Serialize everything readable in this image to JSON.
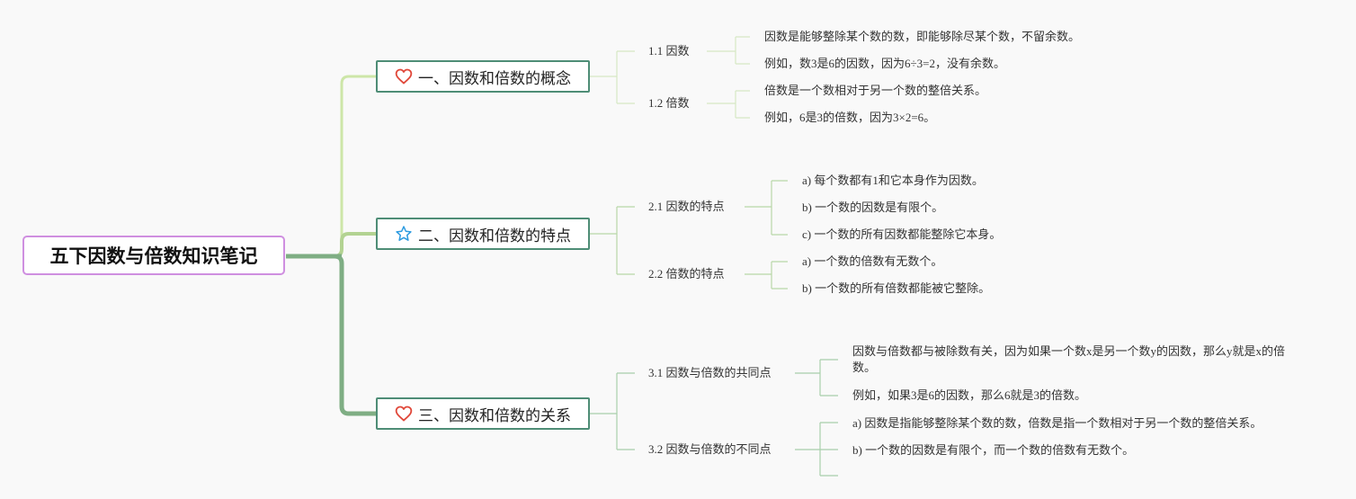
{
  "root": {
    "title": "五下因数与倍数知识笔记"
  },
  "colors": {
    "root_border": "#cf8fe0",
    "section_border": "#4e8d76",
    "line_light": "#cde6a8",
    "line_mid": "#b3d392",
    "line_dark": "#7fae84",
    "heart": "#e0483a",
    "star": "#2d9be0"
  },
  "sections": [
    {
      "icon": "heart-icon",
      "title": "一、因数和倍数的概念",
      "subs": [
        {
          "label": "1.1 因数",
          "leaves": [
            "因数是能够整除某个数的数，即能够除尽某个数，不留余数。",
            "例如，数3是6的因数，因为6÷3=2，没有余数。"
          ]
        },
        {
          "label": "1.2 倍数",
          "leaves": [
            "倍数是一个数相对于另一个数的整倍关系。",
            "例如，6是3的倍数，因为3×2=6。"
          ]
        }
      ]
    },
    {
      "icon": "star-icon",
      "title": "二、因数和倍数的特点",
      "subs": [
        {
          "label": "2.1 因数的特点",
          "leaves": [
            "a) 每个数都有1和它本身作为因数。",
            "b) 一个数的因数是有限个。",
            "c) 一个数的所有因数都能整除它本身。"
          ]
        },
        {
          "label": "2.2 倍数的特点",
          "leaves": [
            "a) 一个数的倍数有无数个。",
            "b) 一个数的所有倍数都能被它整除。"
          ]
        }
      ]
    },
    {
      "icon": "heart-icon",
      "title": "三、因数和倍数的关系",
      "subs": [
        {
          "label": "3.1 因数与倍数的共同点",
          "leaves": [
            "因数与倍数都与被除数有关，因为如果一个数x是另一个数y的因数，那么y就是x的倍数。",
            "例如，如果3是6的因数，那么6就是3的倍数。"
          ]
        },
        {
          "label": "3.2 因数与倍数的不同点",
          "leaves": [
            "a) 因数是指能够整除某个数的数，倍数是指一个数相对于另一个数的整倍关系。",
            "b) 一个数的因数是有限个，而一个数的倍数有无数个。",
            ""
          ]
        }
      ]
    }
  ]
}
